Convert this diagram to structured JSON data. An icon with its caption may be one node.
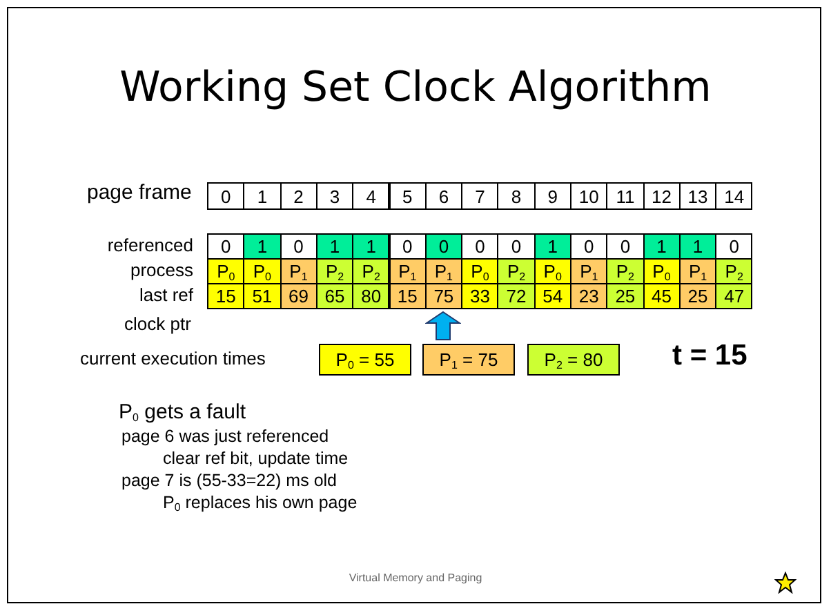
{
  "diagram": {
    "title": "Working Set Clock Algorithm",
    "nodes": [
      {
        "text": [
          "P$_{0}$ = 55"
        ]
      },
      {
        "text": [
          "P$_{1}$ = 75"
        ]
      },
      {
        "text": [
          "P$_{2}$ = 80"
        ]
      }
    ],
    "labels": [
      "page frame",
      "0",
      "1",
      "2",
      "3",
      "4",
      "5",
      "6",
      "7",
      "8",
      "9",
      "10",
      "11",
      "12",
      "13",
      "14",
      "referenced",
      "0",
      "1",
      "0",
      "1",
      "1",
      "0",
      "0",
      "0",
      "0",
      "1",
      "0",
      "0",
      "1",
      "1",
      "0",
      "process",
      "P$_{0}$",
      "P$_{0}$",
      "P$_{1}$",
      "P$_{2}$",
      "P$_{2}$",
      "P$_{1}$",
      "P$_{1}$",
      "P$_{0}$",
      "P$_{2}$",
      "P$_{0}$",
      "P$_{1}$",
      "P$_{2}$",
      "P$_{0}$",
      "P$_{1}$",
      "P$_{2}$",
      "last ref",
      "15",
      "51",
      "69",
      "65",
      "80",
      "15",
      "75",
      "33",
      "72",
      "54",
      "23",
      "25",
      "45",
      "25",
      "47",
      "clock ptr",
      "current execution times",
      "t = 15",
      "P$_{0}$  gets a fault",
      "page 6 was just referenced",
      "clear ref bit, update time",
      "page 7 is (55-33=22) ms old",
      "P$_{0}$ replaces his own page",
      "Virtual Memory and Paging"
    ]
  }
}
